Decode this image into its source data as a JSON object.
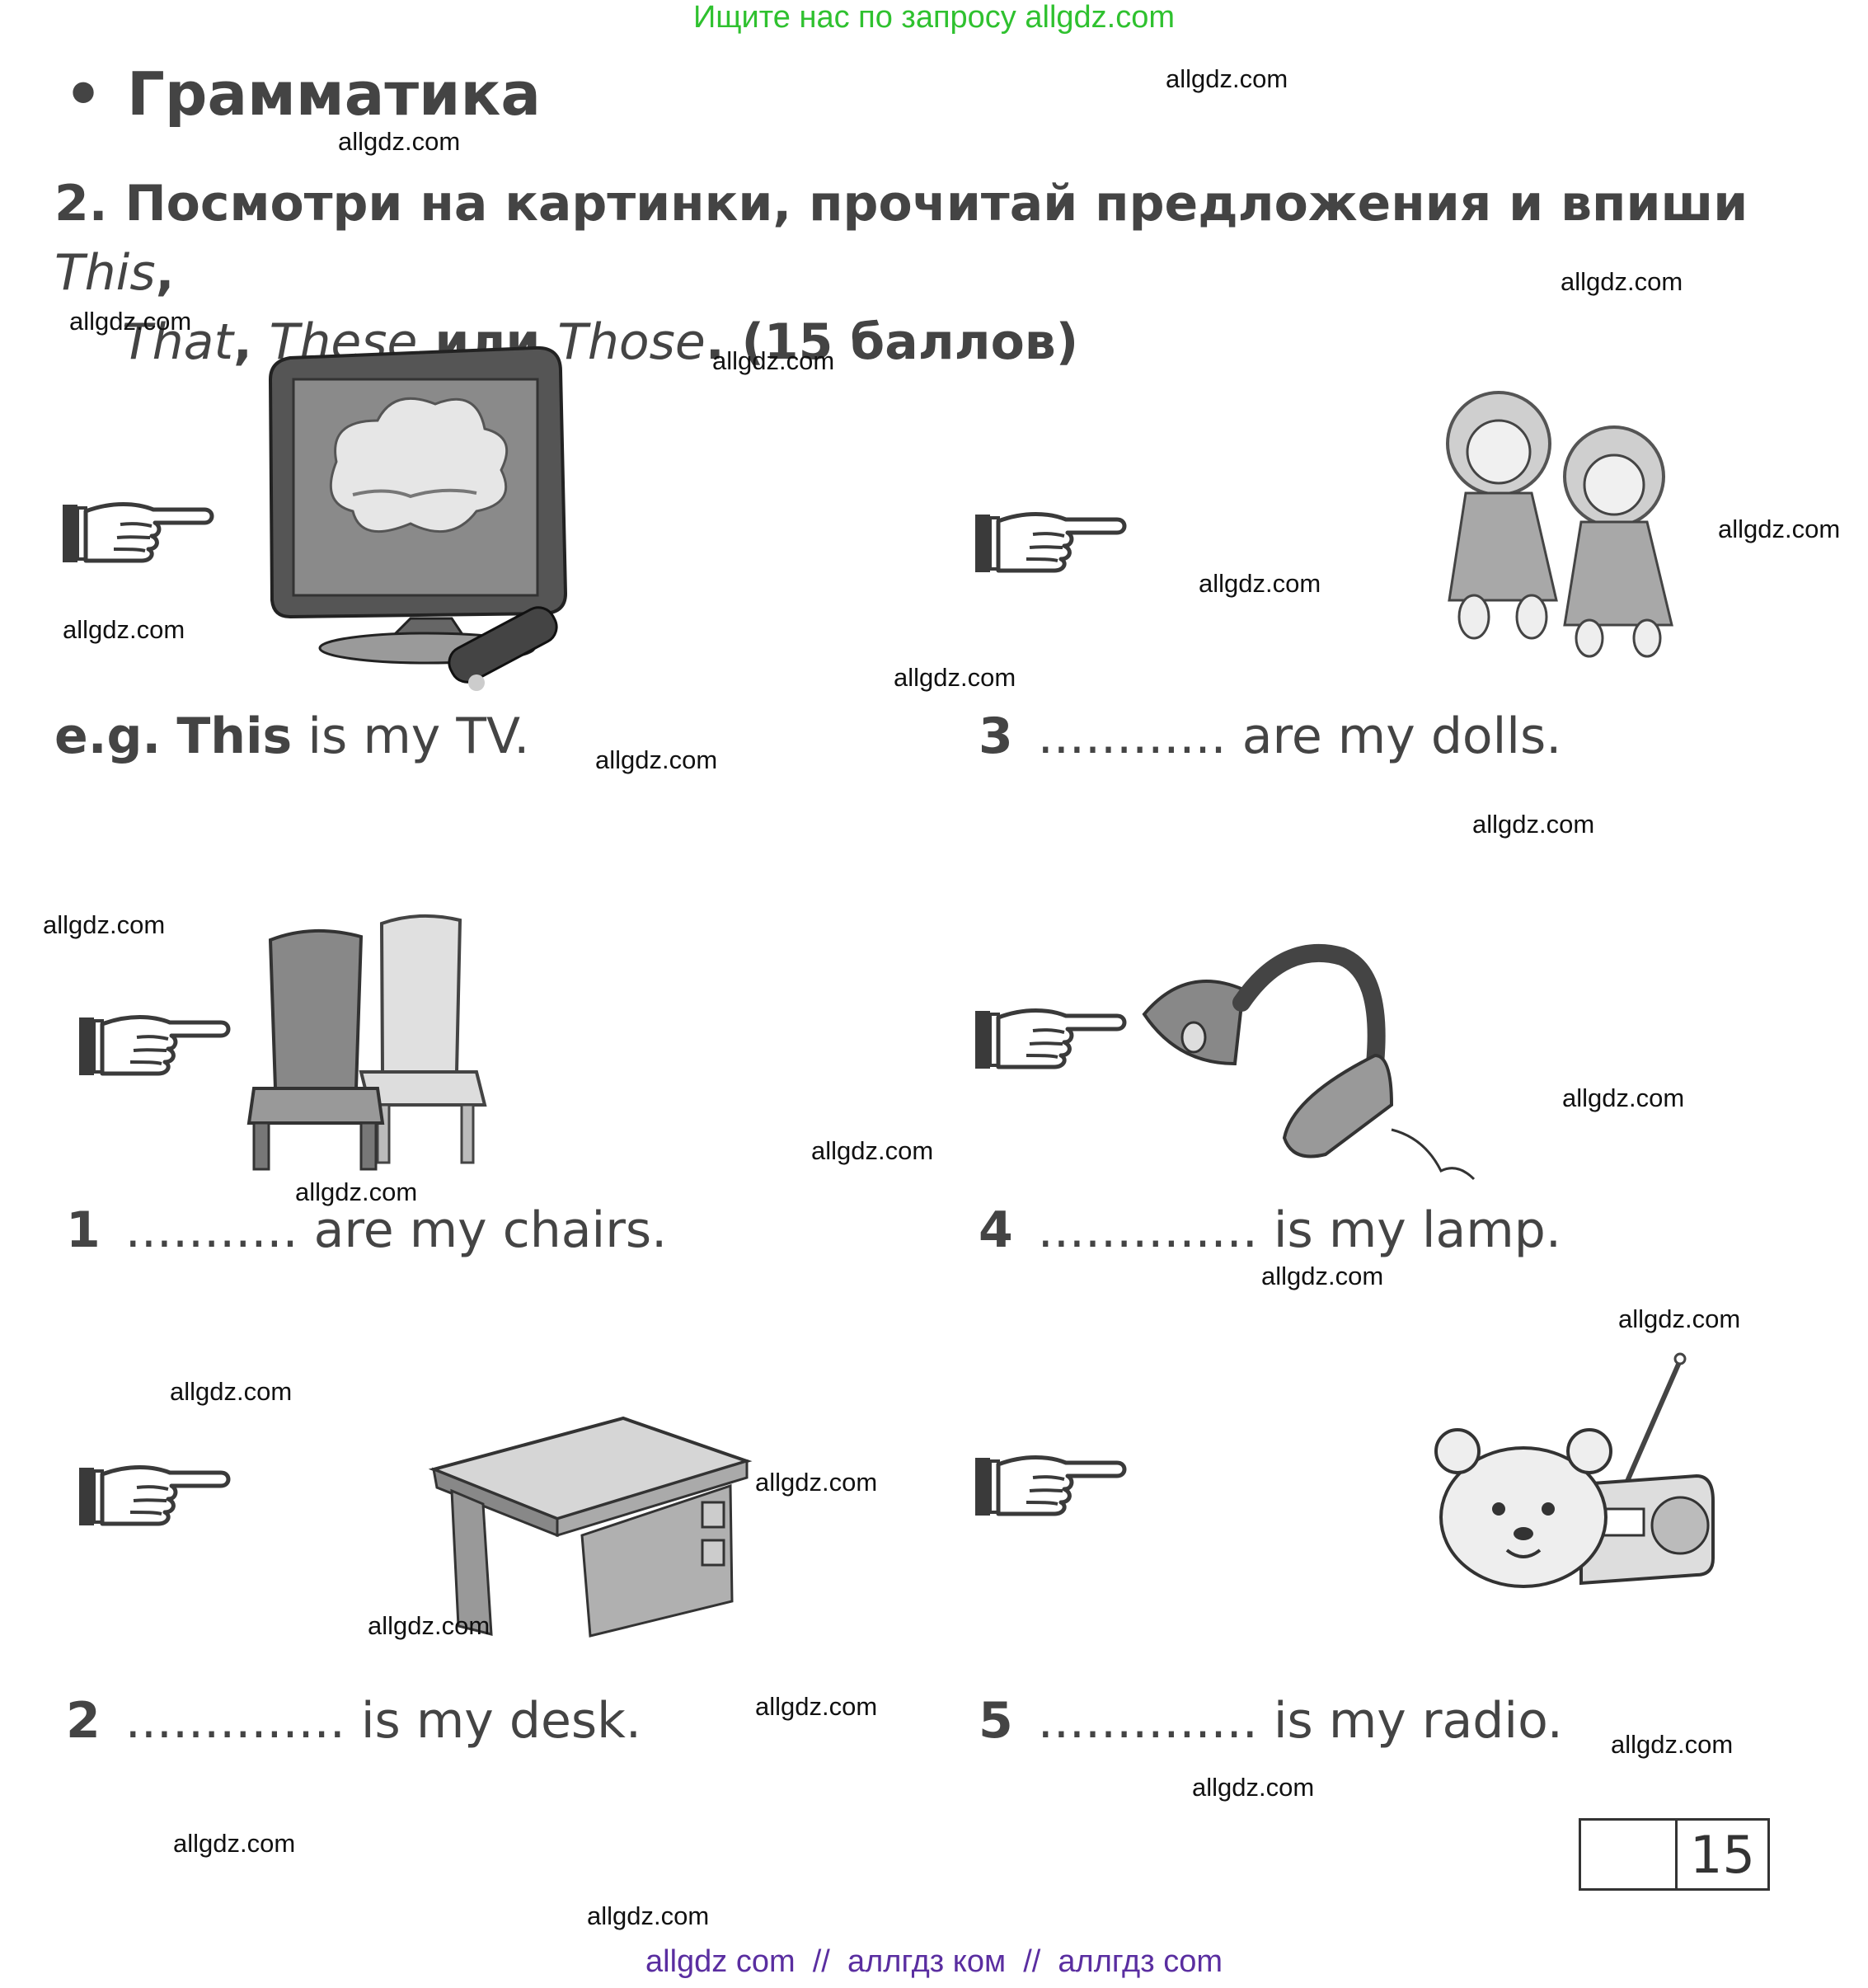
{
  "banner_top": "Ищите нас по запросу allgdz.com",
  "banner_bottom": "allgdz com  //  аллгдз ком  //  аллгдз com",
  "section_title": "Грамматика",
  "task": {
    "number": "2.",
    "text_a": "Посмотри на картинки, прочитай предложения и впиши",
    "word_this": "This",
    "word_that": "That",
    "word_these": "These",
    "conj": "или",
    "word_those": "Those",
    "points": "(15 баллов)"
  },
  "example": {
    "prefix": "e.g.",
    "answer": "This",
    "rest": "is my TV."
  },
  "items": [
    {
      "num": "1",
      "blank": "...........",
      "rest": "are my chairs."
    },
    {
      "num": "2",
      "blank": "..............",
      "rest": "is my desk."
    },
    {
      "num": "3",
      "blank": "............",
      "rest": "are my dolls."
    },
    {
      "num": "4",
      "blank": "..............",
      "rest": "is my lamp."
    },
    {
      "num": "5",
      "blank": "..............",
      "rest": "is my radio."
    }
  ],
  "score": {
    "left": "",
    "right": "15"
  },
  "watermark": "allgdz.com",
  "icons": [
    "pointing-hand-icon",
    "tv-image",
    "dolls-image",
    "chairs-image",
    "lamp-image",
    "desk-image",
    "radio-image"
  ],
  "colors": {
    "banner_top": "#2fc12f",
    "banner_bottom": "#5a2ea0",
    "text": "#444444"
  }
}
